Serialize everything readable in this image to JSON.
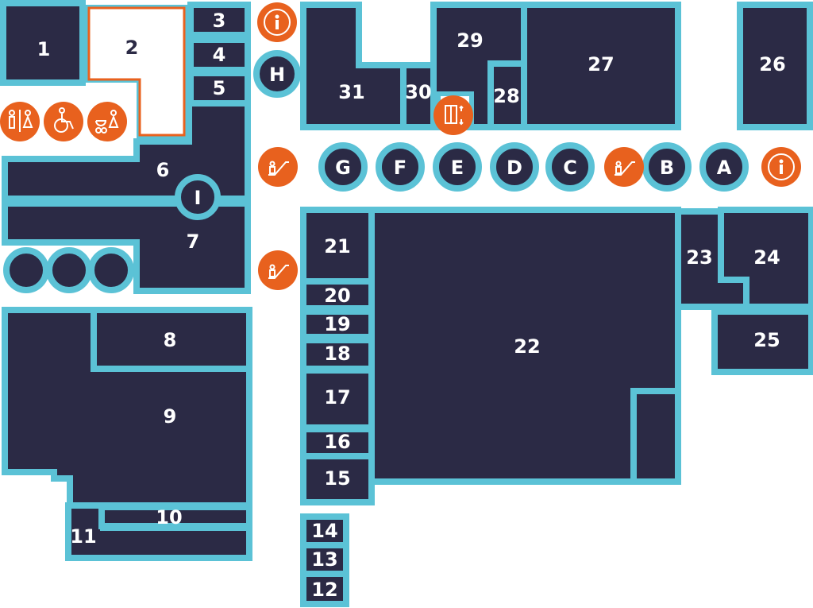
{
  "rooms": {
    "r1": "1",
    "r2": "2",
    "r3": "3",
    "r4": "4",
    "r5": "5",
    "r6": "6",
    "r7": "7",
    "r8": "8",
    "r9": "9",
    "r10": "10",
    "r11": "11",
    "r12": "12",
    "r13": "13",
    "r14": "14",
    "r15": "15",
    "r16": "16",
    "r17": "17",
    "r18": "18",
    "r19": "19",
    "r20": "20",
    "r21": "21",
    "r22": "22",
    "r23": "23",
    "r24": "24",
    "r25": "25",
    "r26": "26",
    "r27": "27",
    "r28": "28",
    "r29": "29",
    "r30": "30",
    "r31": "31"
  },
  "nodes": {
    "A": "A",
    "B": "B",
    "C": "C",
    "D": "D",
    "E": "E",
    "F": "F",
    "G": "G",
    "H": "H",
    "I": "I"
  },
  "icons": [
    "info-icon",
    "restroom-icon",
    "wheelchair-icon",
    "baby-care-icon",
    "escalator-icon",
    "elevator-icon"
  ],
  "colors": {
    "room": "#2b2a45",
    "border": "#5bc2d6",
    "accent": "#e8611e",
    "highlight_room": "#ffffff"
  }
}
